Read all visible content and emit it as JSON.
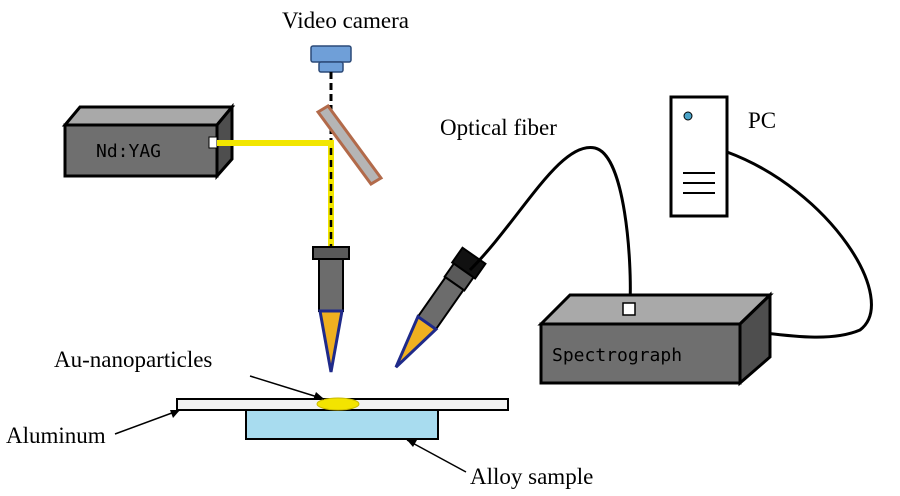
{
  "labels": {
    "video_camera": "Video camera",
    "laser": "Nd:YAG",
    "optical_fiber": "Optical fiber",
    "pc": "PC",
    "spectrograph": "Spectrograph",
    "au_nanoparticles": "Au-nanoparticles",
    "aluminum": "Aluminum",
    "alloy_sample": "Alloy sample"
  },
  "colors": {
    "laser_beam": "#f2e600",
    "box_front": "#6f6f6f",
    "box_top": "#a9a9a9",
    "box_side": "#4e4e4e",
    "camera": "#6f9fd8",
    "mirror_border": "#b26a4a",
    "mirror_fill": "#b5b5b5",
    "lens_body": "#6c6c6c",
    "lens_tip": "#f0b020",
    "lens_tip_edge": "#1f2a8a",
    "nanoparticles": "#f3e400",
    "sample": "#a8dcef",
    "aluminum_plate": "#f2f2f2"
  }
}
